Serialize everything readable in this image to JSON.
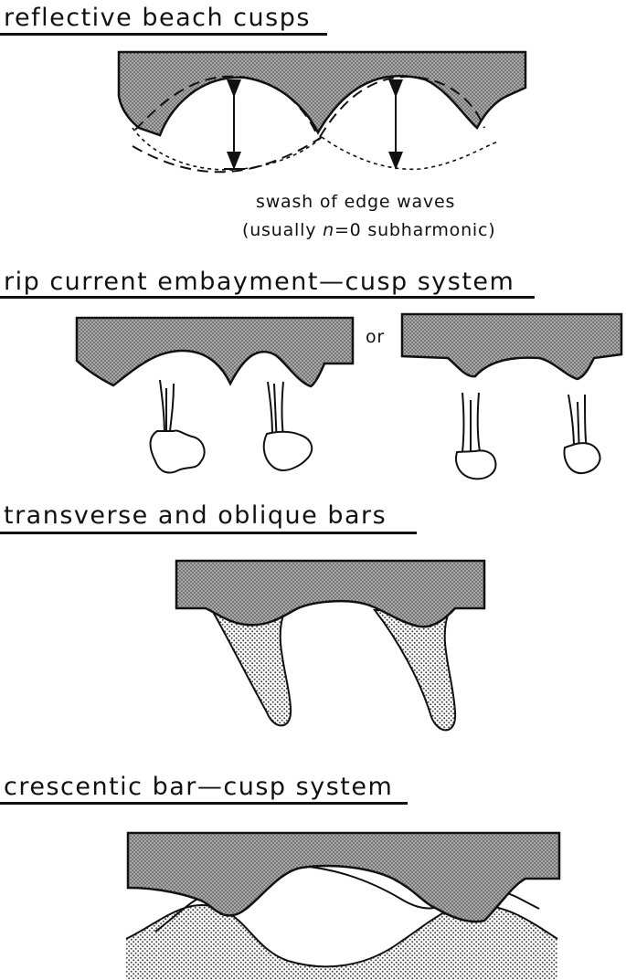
{
  "panels": [
    {
      "heading": "reflective beach cusps",
      "caption_line1": "swash of edge waves",
      "caption_line2_a": "(usually ",
      "caption_line2_n": "n",
      "caption_line2_b": "=0  subharmonic)"
    },
    {
      "heading": "rip current embayment—cusp system",
      "or_label": "or"
    },
    {
      "heading": "transverse and oblique bars"
    },
    {
      "heading": "crescentic bar—cusp system"
    }
  ]
}
